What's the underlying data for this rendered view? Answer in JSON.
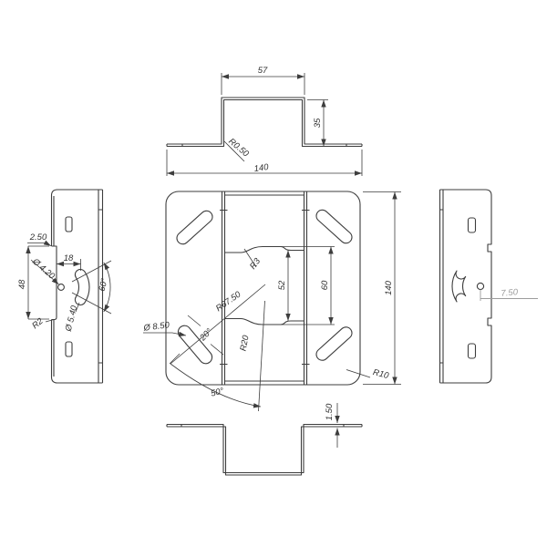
{
  "drawing": {
    "description": "Multi-view sheet-metal bracket technical drawing",
    "colors": {
      "line": "#3d3d3d",
      "text": "#303030",
      "muted_dim": "#9c9c9c",
      "background": "#ffffff"
    },
    "views": {
      "top": {
        "width": "57",
        "height": "35",
        "bend_radius": "R0.50",
        "total_width": "140"
      },
      "left": {
        "edge_step": "2.50",
        "slot_offset": "18",
        "hole_diameter": "Ø 4.20",
        "step_span": "48",
        "slot_diameter": "Ø 5.40",
        "notch_radius": "R2",
        "slot_angle": "60°"
      },
      "front": {
        "fillet_radius": "R3",
        "inner_height": "52",
        "outer_height": "60",
        "arc_radius": "R67.50",
        "hole_diameter": "Ø 8.50",
        "slot_angle": "20°",
        "groove_radius": "R20",
        "sweep_angle": "50°",
        "corner_radius": "R10",
        "height": "140"
      },
      "right": {
        "hole_offset": "7.50"
      },
      "bottom": {
        "thickness": "1.50"
      }
    }
  }
}
